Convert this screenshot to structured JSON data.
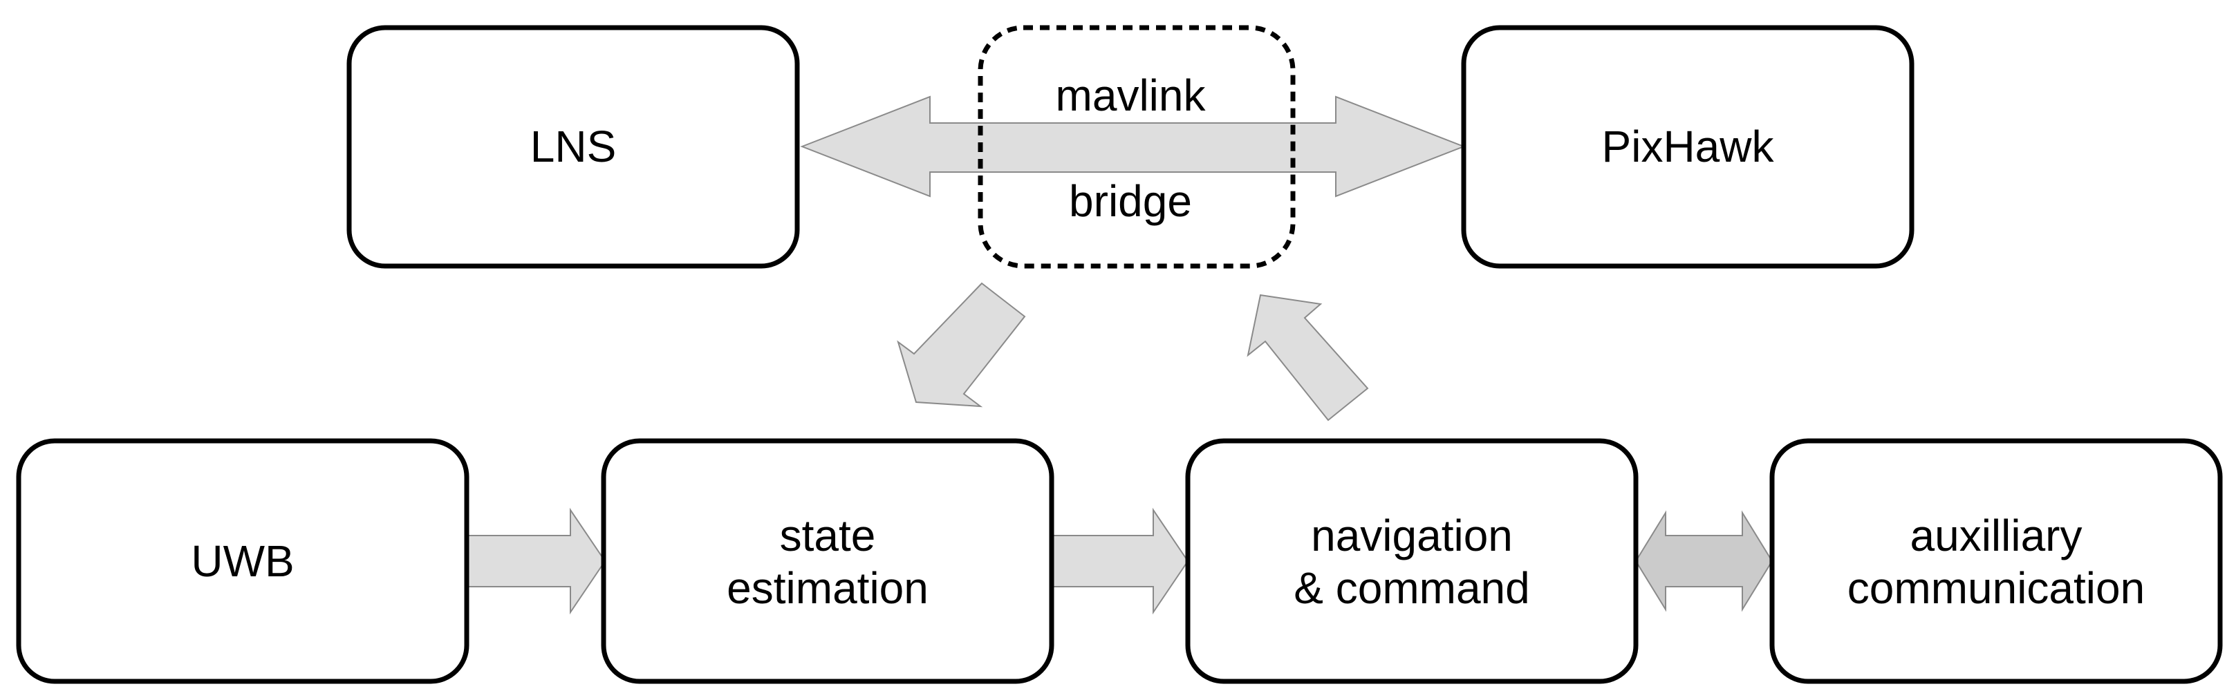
{
  "nodes": {
    "lns": {
      "label": "LNS"
    },
    "pixhawk": {
      "label": "PixHawk"
    },
    "uwb": {
      "label": "UWB"
    },
    "state_estimation": {
      "line1": "state",
      "line2": "estimation"
    },
    "navigation_command": {
      "line1": "navigation",
      "line2": "& command"
    },
    "auxilliary_communication": {
      "line1": "auxilliary",
      "line2": "communication"
    }
  },
  "bridge": {
    "line1": "mavlink",
    "line2": "bridge"
  },
  "colors": {
    "arrow_fill": "#dedede",
    "arrow_fill_dark": "#cbcbcb",
    "border": "#000000"
  }
}
